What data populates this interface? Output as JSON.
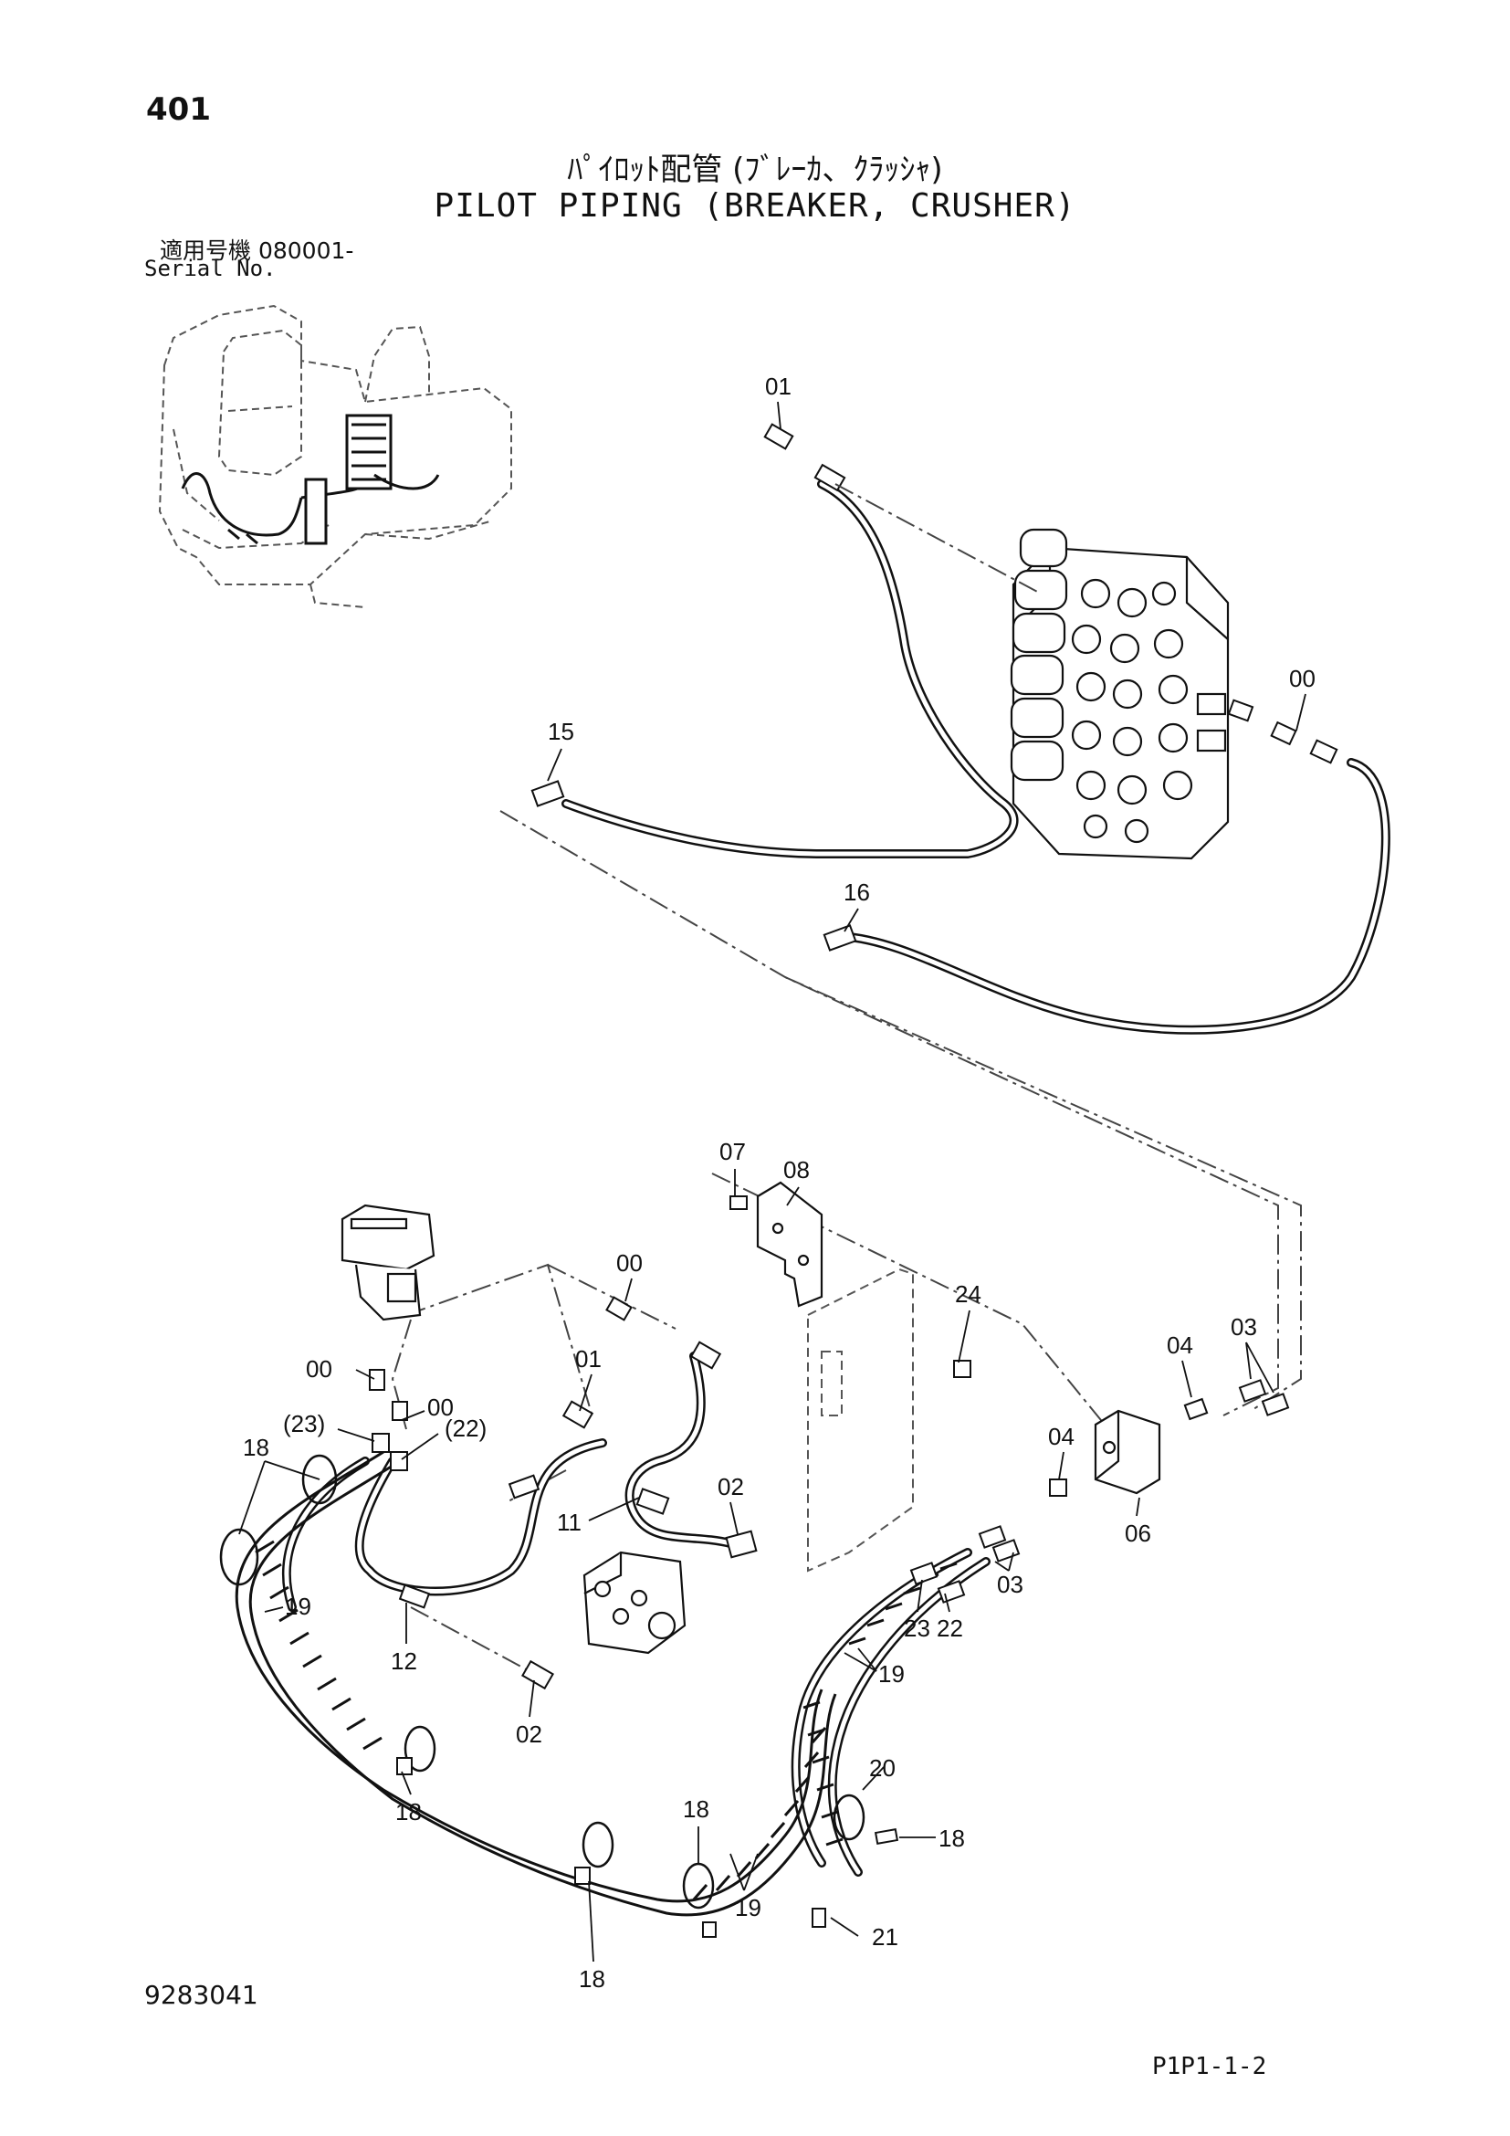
{
  "page_number": "401",
  "title_jp": "ﾊﾟｲﾛｯﾄ配管 (ﾌﾞﾚｰｶ、ｸﾗｯｼｬ)",
  "title_en": "PILOT PIPING (BREAKER, CRUSHER)",
  "serial_label_jp": "適用号機 080001-",
  "serial_label_en": "Serial No.",
  "doc_number": "9283041",
  "page_code": "P1P1-1-2",
  "callouts": [
    "01",
    "00",
    "15",
    "16",
    "07",
    "08",
    "24",
    "00",
    "01",
    "00",
    "00",
    "(23)",
    "(22)",
    "18",
    "19",
    "11",
    "02",
    "12",
    "02",
    "04",
    "03",
    "04",
    "06",
    "03",
    "23",
    "22",
    "19",
    "20",
    "18",
    "18",
    "18",
    "19",
    "18",
    "21"
  ]
}
